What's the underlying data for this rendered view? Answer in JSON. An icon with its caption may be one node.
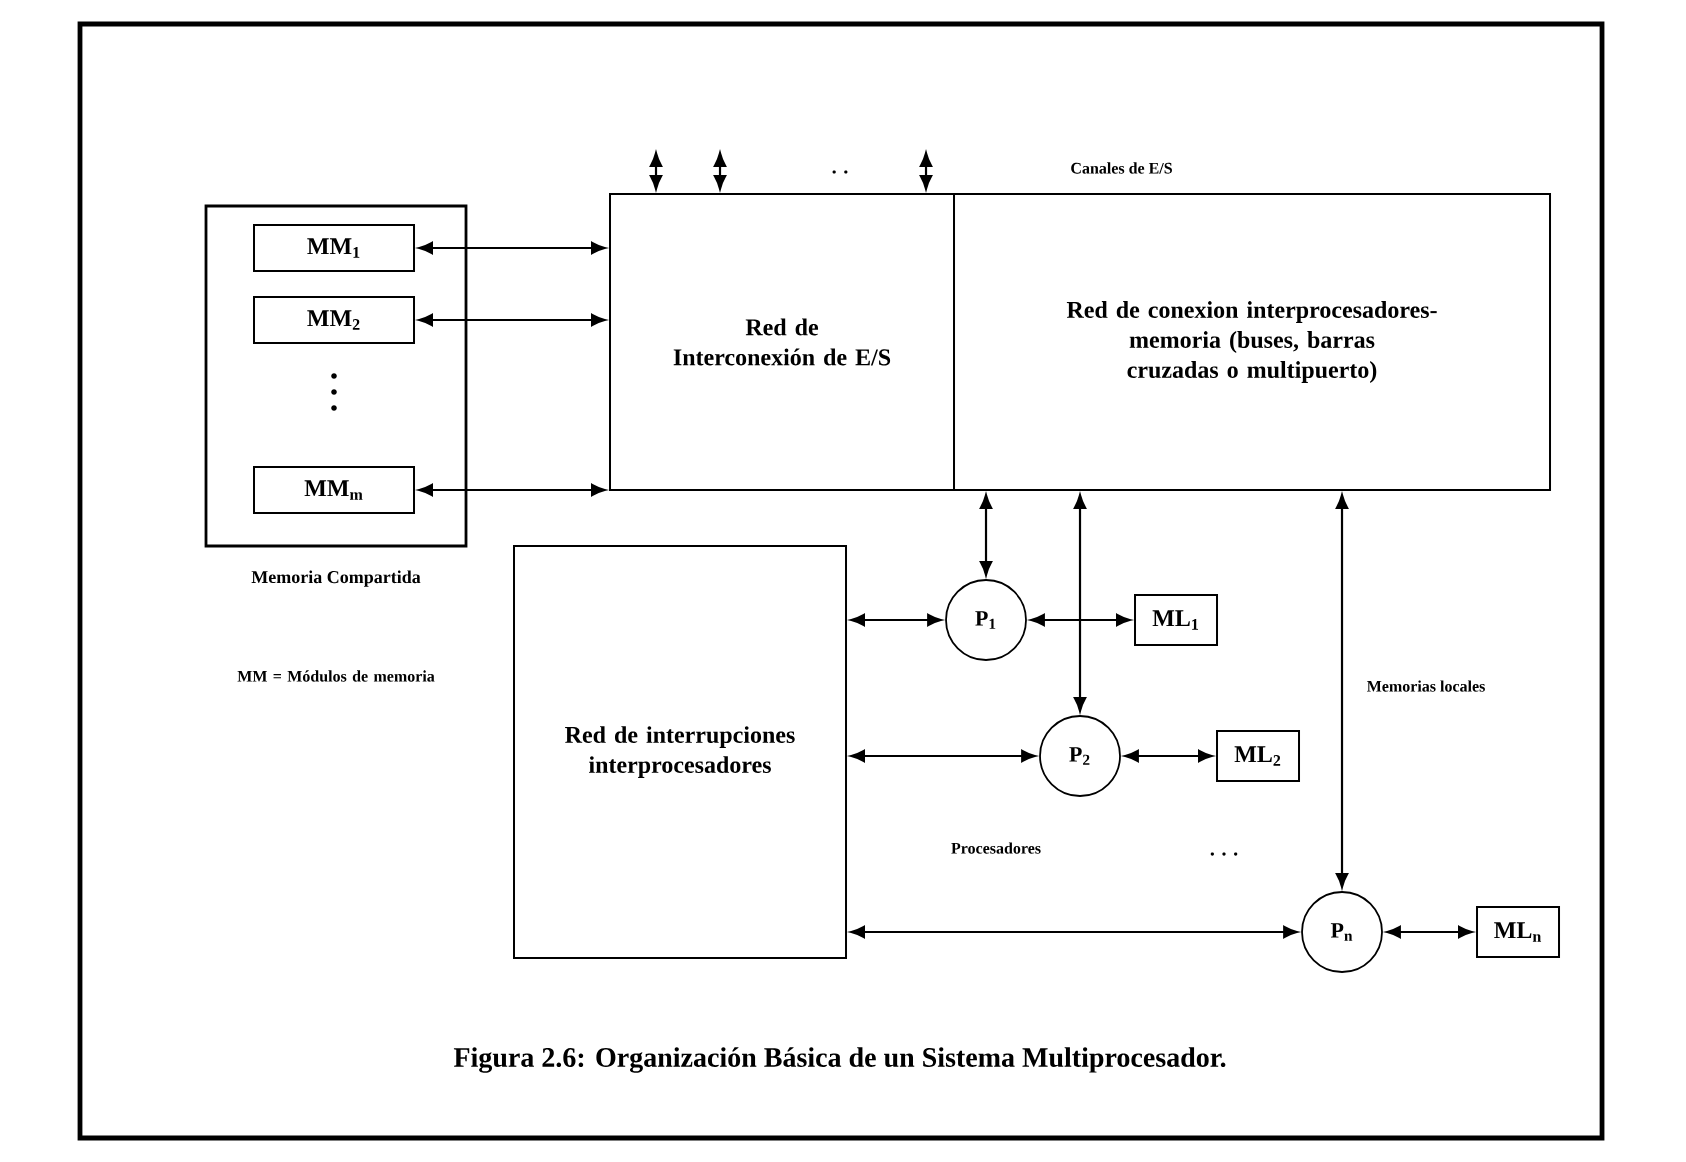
{
  "diagram": {
    "caption": "Figura 2.6: Organización Básica de un Sistema Multiprocesador.",
    "nodes": [
      {
        "text": [
          "Memoria Compartida"
        ]
      },
      {
        "text": [
          "MM$_{1}$"
        ],
        "in": 0
      },
      {
        "text": [
          "MM$_{2}$"
        ],
        "in": 0
      },
      {
        "text": [
          "MM$_{m}$"
        ],
        "in": 0
      },
      {
        "text": [
          "Red de Interconexión de E/S"
        ]
      },
      {
        "text": [
          "Red de conexion interprocesadores-memoria (buses, barras cruzadas o multipuerto)"
        ]
      },
      {
        "text": [
          "Red de interrupciones interprocesadores"
        ]
      },
      {
        "text": [
          "P$_{1}$"
        ]
      },
      {
        "text": [
          "ML$_{1}$"
        ]
      },
      {
        "text": [
          "P$_{2}$"
        ]
      },
      {
        "text": [
          "ML$_{2}$"
        ]
      },
      {
        "text": [
          "P$_{n}$"
        ]
      },
      {
        "text": [
          "ML$_{n}$"
        ]
      }
    ],
    "edges": [
      {
        "from": 1,
        "to": 4,
        "arrow": "both"
      },
      {
        "from": 2,
        "to": 4,
        "arrow": "both"
      },
      {
        "from": 3,
        "to": 4,
        "arrow": "both"
      },
      {
        "from": null,
        "to": 4,
        "arrow": "both"
      },
      {
        "from": null,
        "to": 4,
        "arrow": "both"
      },
      {
        "from": null,
        "to": 4,
        "arrow": "both"
      },
      {
        "from": 5,
        "to": 7,
        "arrow": "both"
      },
      {
        "from": 5,
        "to": 9,
        "arrow": "both"
      },
      {
        "from": 5,
        "to": 11,
        "arrow": "both"
      },
      {
        "from": 6,
        "to": 7,
        "arrow": "both"
      },
      {
        "from": 6,
        "to": 9,
        "arrow": "both"
      },
      {
        "from": 6,
        "to": 11,
        "arrow": "both"
      },
      {
        "from": 7,
        "to": 8,
        "arrow": "both"
      },
      {
        "from": 9,
        "to": 10,
        "arrow": "both"
      },
      {
        "from": 11,
        "to": 12,
        "arrow": "both"
      }
    ],
    "labels": [
      ". .",
      "Canales de E/S",
      "MM = Módulos de memoria",
      "Memorias locales",
      "Procesadores",
      ". . ."
    ]
  }
}
